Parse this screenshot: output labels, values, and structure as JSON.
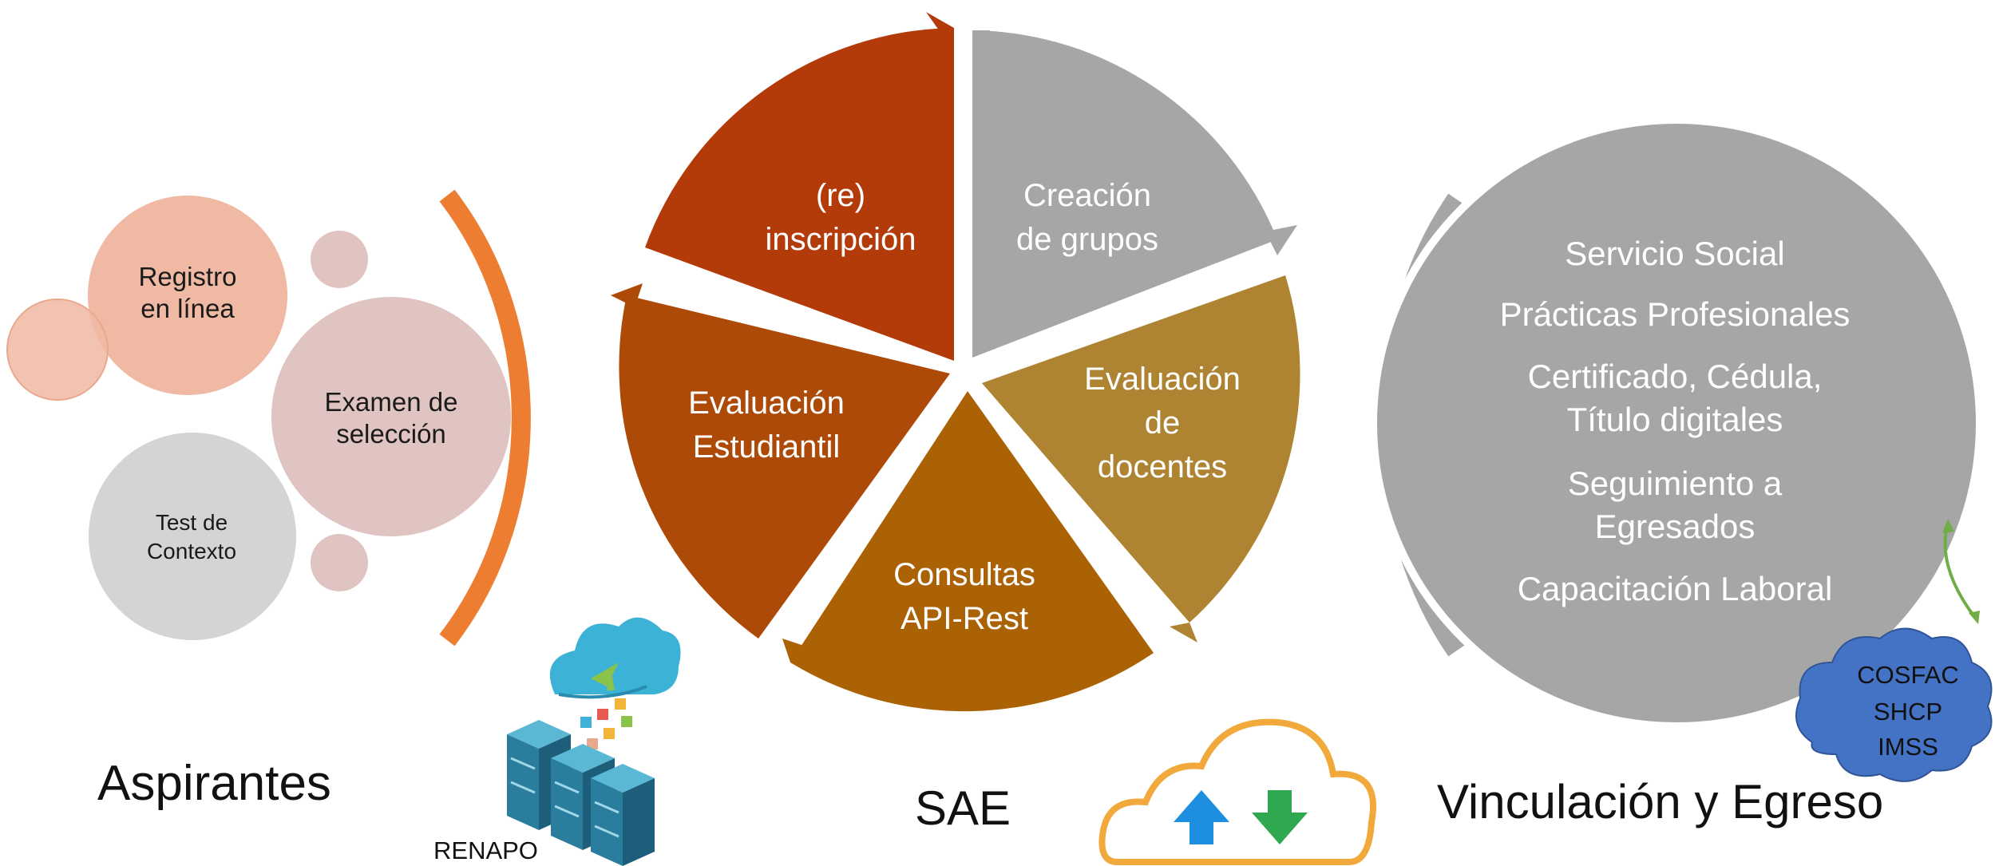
{
  "aspirantes": {
    "title": "Aspirantes",
    "bubbles": [
      {
        "line1": "Registro",
        "line2": "en línea",
        "color": "#f0b9a3"
      },
      {
        "line1": "Examen de",
        "line2": "selección",
        "color": "#e0c4c1"
      },
      {
        "line1": "Test de",
        "line2": "Contexto",
        "color": "#d4d4d4"
      }
    ],
    "bracket_color": "#ed7d31"
  },
  "renapo": {
    "label": "RENAPO"
  },
  "sae": {
    "title": "SAE",
    "segments": [
      {
        "line1": "(re)",
        "line2": "inscripción",
        "color": "#b33a09"
      },
      {
        "line1": "Creación",
        "line2": "de grupos",
        "color": "#a6a6a6"
      },
      {
        "line1": "Evaluación",
        "line2": "de",
        "line3": "docentes",
        "color": "#ae8432"
      },
      {
        "line1": "Consultas",
        "line2": "API-Rest",
        "color": "#ab6204"
      },
      {
        "line1": "Evaluación",
        "line2": "Estudiantil",
        "color": "#ad4a07"
      }
    ]
  },
  "vinculacion": {
    "title": "Vinculación y Egreso",
    "items": [
      {
        "line1": "Servicio Social"
      },
      {
        "line1": "Prácticas Profesionales"
      },
      {
        "line1": "Certificado, Cédula,",
        "line2": "Título digitales"
      },
      {
        "line1": "Seguimiento a",
        "line2": "Egresados"
      },
      {
        "line1": "Capacitación Laboral"
      }
    ],
    "circle_color": "#a6a6a6"
  },
  "external": {
    "line1": "COSFAC",
    "line2": "SHCP",
    "line3": "IMSS",
    "color": "#4472c4"
  },
  "icons": {
    "server_cloud": "server-cloud-icon",
    "cloud_sync": "cloud-upload-download-icon"
  }
}
